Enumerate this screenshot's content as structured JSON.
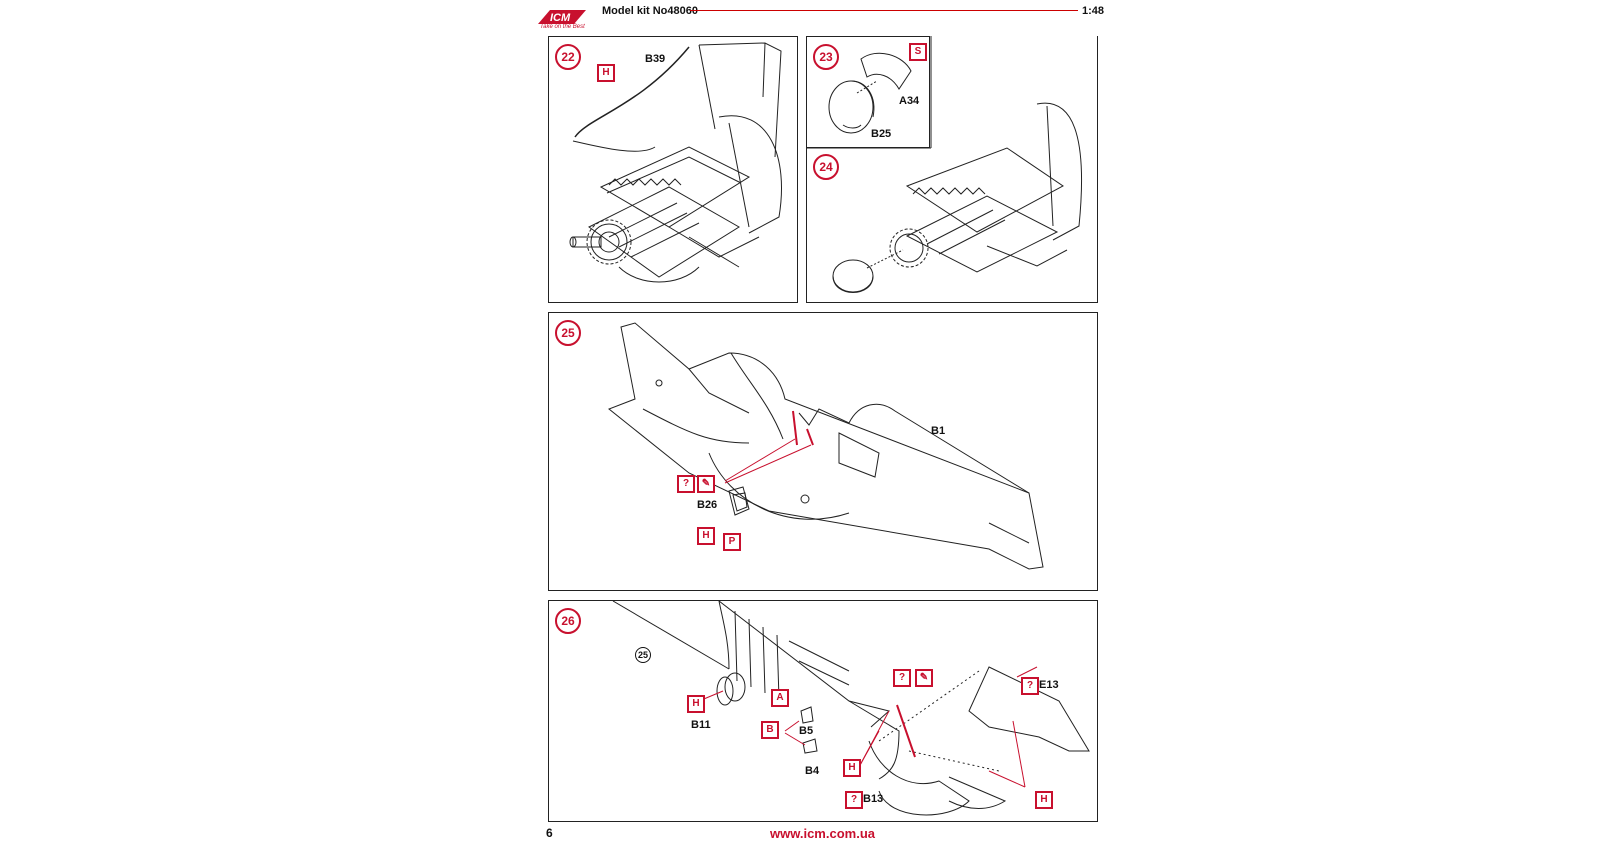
{
  "header": {
    "brand": "ICM",
    "slogan": "Take on the Best",
    "title": "Model kit No48060",
    "scale": "1:48"
  },
  "steps": {
    "s22": {
      "number": "22",
      "labels": {
        "b39": "B39"
      },
      "tags": {
        "h": "H"
      }
    },
    "s23": {
      "number": "23",
      "labels": {
        "a34": "A34",
        "b25": "B25"
      },
      "tags": {
        "s": "S"
      }
    },
    "s24": {
      "number": "24"
    },
    "s25": {
      "number": "25",
      "labels": {
        "b1": "B1",
        "b26": "B26"
      },
      "tags": {
        "q": "?",
        "h": "H",
        "p": "P"
      }
    },
    "s26": {
      "number": "26",
      "ref": "25",
      "labels": {
        "b11": "B11",
        "b5": "B5",
        "b4": "B4",
        "b13": "B13",
        "e13": "E13"
      },
      "tags": {
        "h1": "H",
        "a": "A",
        "b": "B",
        "h2": "H",
        "q1": "?",
        "q2": "?",
        "q3": "?",
        "h3": "H"
      }
    }
  },
  "footer": {
    "page": "6",
    "url": "www.icm.com.ua"
  },
  "colors": {
    "accent": "#c8102e",
    "line": "#222222"
  }
}
